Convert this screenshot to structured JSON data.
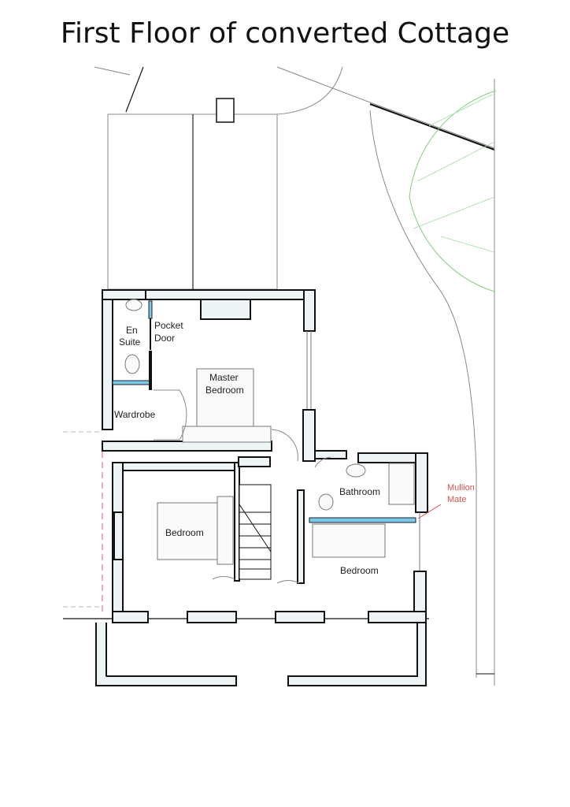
{
  "title": "First Floor of converted Cottage",
  "rooms": {
    "en_suite": [
      "En",
      "Suite"
    ],
    "pocket_door": [
      "Pocket",
      "Door"
    ],
    "master_bedroom": [
      "Master",
      "Bedroom"
    ],
    "wardrobe": "Wardrobe",
    "bedroom_left": "Bedroom",
    "bathroom": "Bathroom",
    "bedroom_right": "Bedroom"
  },
  "annotation": [
    "Mullion",
    "Mate"
  ],
  "colors": {
    "wall_fill": "#eef3f6",
    "highlight": "#7ec8e3",
    "annotation": "#d9534f",
    "garden": "#7fd07f"
  }
}
